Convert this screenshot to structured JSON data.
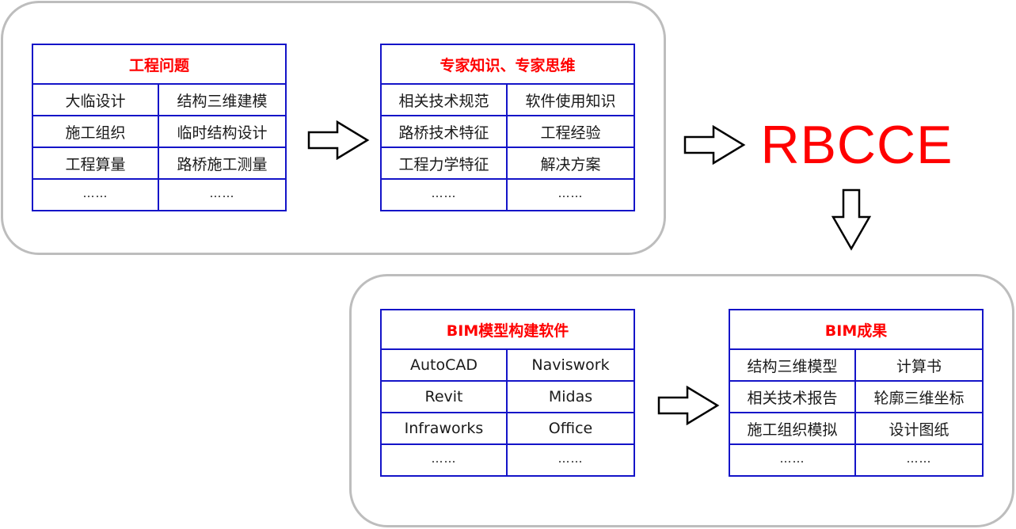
{
  "rbcce": "RBCCE",
  "problems": {
    "title": "工程问题",
    "cells": [
      [
        "大临设计",
        "结构三维建模"
      ],
      [
        "施工组织",
        "临时结构设计"
      ],
      [
        "工程算量",
        "路桥施工测量"
      ],
      [
        "……",
        "……"
      ]
    ]
  },
  "knowledge": {
    "title": "专家知识、专家思维",
    "cells": [
      [
        "相关技术规范",
        "软件使用知识"
      ],
      [
        "路桥技术特征",
        "工程经验"
      ],
      [
        "工程力学特征",
        "解决方案"
      ],
      [
        "……",
        "……"
      ]
    ]
  },
  "software": {
    "title": "BIM模型构建软件",
    "cells": [
      [
        "AutoCAD",
        "Naviswork"
      ],
      [
        "Revit",
        "Midas"
      ],
      [
        "Infraworks",
        "Office"
      ],
      [
        "……",
        "……"
      ]
    ]
  },
  "results": {
    "title": "BIM成果",
    "cells": [
      [
        "结构三维模型",
        "计算书"
      ],
      [
        "相关技术报告",
        "轮廓三维坐标"
      ],
      [
        "施工组织模拟",
        "设计图纸"
      ],
      [
        "……",
        "……"
      ]
    ]
  }
}
